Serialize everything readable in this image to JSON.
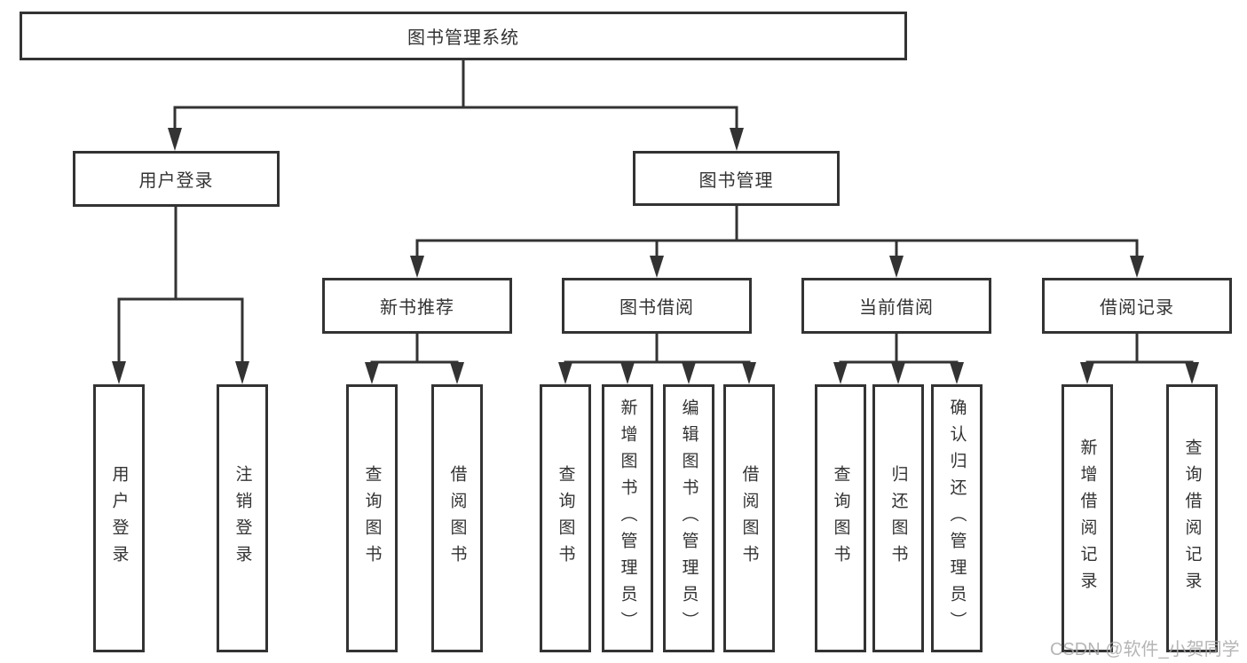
{
  "colors": {
    "line": "#333333",
    "box_border": "#333333",
    "text": "#333333",
    "background": "#ffffff",
    "watermark": "#a8a8a8"
  },
  "watermark": "CSDN @软件_小贺同学",
  "tree": {
    "label": "图书管理系统",
    "children": [
      {
        "label": "用户登录",
        "children": [
          {
            "label": "用户登录"
          },
          {
            "label": "注销登录"
          }
        ]
      },
      {
        "label": "图书管理",
        "children": [
          {
            "label": "新书推荐",
            "children": [
              {
                "label": "查询图书"
              },
              {
                "label": "借阅图书"
              }
            ]
          },
          {
            "label": "图书借阅",
            "children": [
              {
                "label": "查询图书"
              },
              {
                "label": "新增图书（管理员）"
              },
              {
                "label": "编辑图书（管理员）"
              },
              {
                "label": "借阅图书"
              }
            ]
          },
          {
            "label": "当前借阅",
            "children": [
              {
                "label": "查询图书"
              },
              {
                "label": "归还图书"
              },
              {
                "label": "确认归还（管理员）"
              }
            ]
          },
          {
            "label": "借阅记录",
            "children": [
              {
                "label": "新增借阅记录"
              },
              {
                "label": "查询借阅记录"
              }
            ]
          }
        ]
      }
    ]
  }
}
